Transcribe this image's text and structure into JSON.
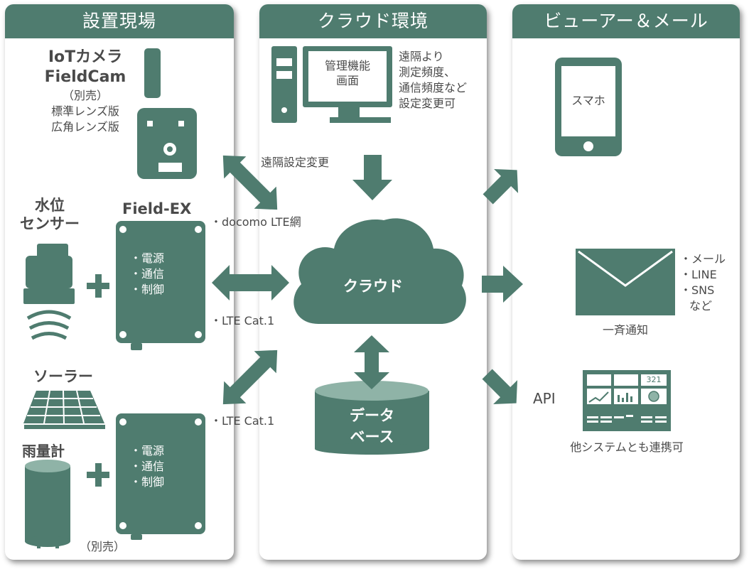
{
  "panels": {
    "site": "設置現場",
    "cloud_env": "クラウド環境",
    "viewer": "ビューアー＆メール"
  },
  "site": {
    "camera": {
      "title1": "IoTカメラ",
      "title2": "FieldCam",
      "note": "（別売）",
      "opt1": "標準レンズ版",
      "opt2": "広角レンズ版"
    },
    "water_level": {
      "line1": "水位",
      "line2": "センサー"
    },
    "field_ex_title": "Field-EX",
    "device1": {
      "item1": "・電源",
      "item2": "・通信",
      "item3": "・制御"
    },
    "solar": "ソーラー",
    "rain_gauge": "雨量計",
    "device2": {
      "item1": "・電源",
      "item2": "・通信",
      "item3": "・制御"
    },
    "sold_separately": "（別売）",
    "plus": "+"
  },
  "network": {
    "remote_setting": "遠隔設定変更",
    "docomo": "・docomo LTE網",
    "lte1": "・LTE Cat.1",
    "lte2": "・LTE Cat.1"
  },
  "cloud": {
    "admin_screen_1": "管理機能",
    "admin_screen_2": "画面",
    "remote_note_1": "遠隔より",
    "remote_note_2": "測定頻度、",
    "remote_note_3": "通信頻度など",
    "remote_note_4": "設定変更可",
    "cloud_label": "クラウド",
    "database_1": "データ",
    "database_2": "ベース"
  },
  "viewer": {
    "smartphone": "スマホ",
    "mail_list": [
      "・メール",
      "・LINE",
      "・SNS",
      "など"
    ],
    "broadcast": "一斉通知",
    "api": "API",
    "dashboard_number": "321",
    "integration": "他システムとも連携可"
  },
  "colors": {
    "primary": "#4f7c6f",
    "db_top": "#8fb3a7",
    "text": "#4a4a4a"
  }
}
